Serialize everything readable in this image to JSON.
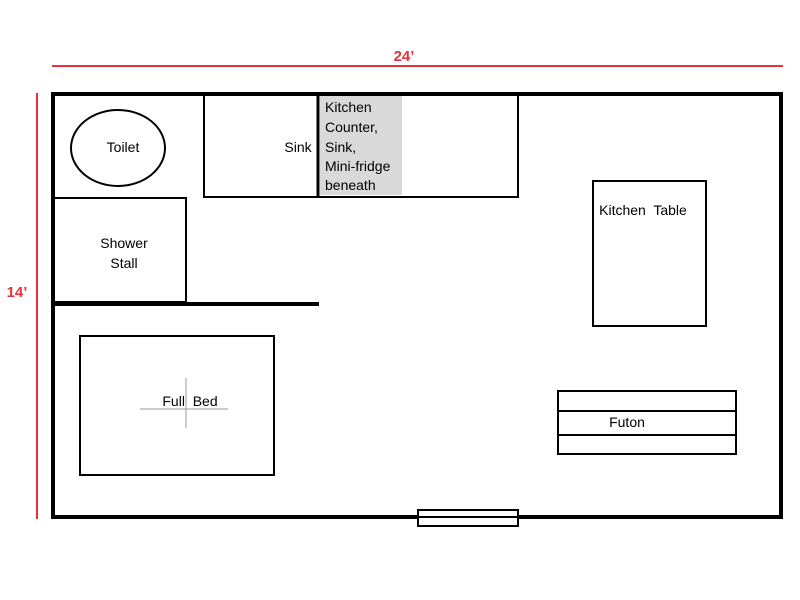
{
  "dimensions": {
    "width_label": "24’",
    "height_label": "14’",
    "color": "#e5323e"
  },
  "rooms": {
    "toilet": "Toilet",
    "sink": "Sink",
    "kitchen_counter": [
      "Kitchen",
      "Counter,",
      "Sink,",
      "Mini-fridge",
      "beneath"
    ],
    "shower": [
      "Shower",
      "Stall"
    ],
    "kitchen_table": "Kitchen  Table",
    "full_bed": "Full  Bed",
    "futon": "Futon"
  },
  "colors": {
    "wall": "#000000",
    "counter_fill": "#d9d9d9"
  }
}
